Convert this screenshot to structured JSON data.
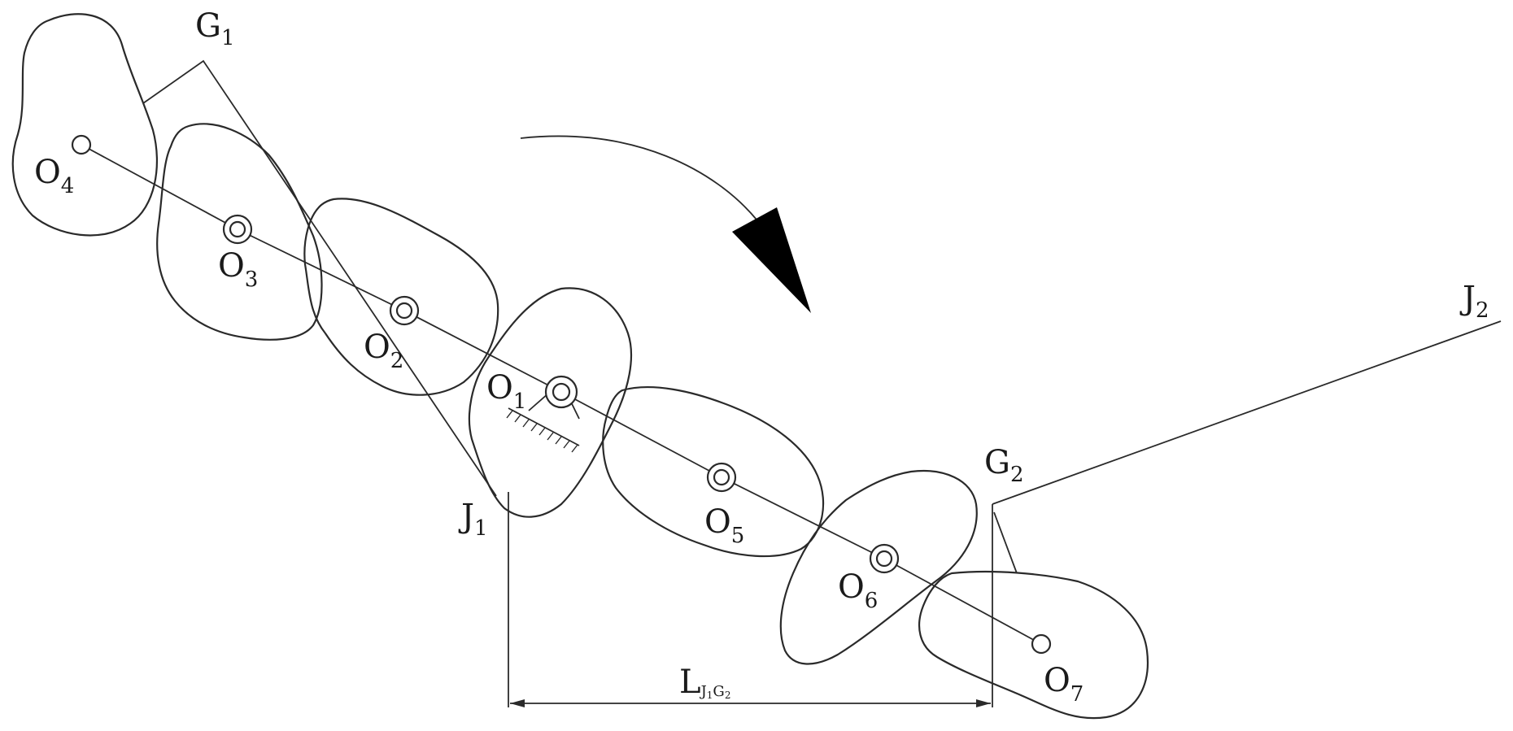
{
  "diagram": {
    "colors": {
      "stroke": "#2a2a2a",
      "background": "#ffffff",
      "arrow_fill": "#000000"
    },
    "labels": {
      "g1": {
        "main": "G",
        "sub": "1"
      },
      "g2": {
        "main": "G",
        "sub": "2"
      },
      "j1": {
        "main": "J",
        "sub": "1"
      },
      "j2": {
        "main": "J",
        "sub": "2"
      },
      "o1": {
        "main": "O",
        "sub": "1"
      },
      "o2": {
        "main": "O",
        "sub": "2"
      },
      "o3": {
        "main": "O",
        "sub": "3"
      },
      "o4": {
        "main": "O",
        "sub": "4"
      },
      "o5": {
        "main": "O",
        "sub": "5"
      },
      "o6": {
        "main": "O",
        "sub": "6"
      },
      "o7": {
        "main": "O",
        "sub": "7"
      },
      "dimension": {
        "main": "L",
        "sub": "J",
        "sub2": "1",
        "sub3": "G",
        "sub4": "2"
      }
    }
  }
}
